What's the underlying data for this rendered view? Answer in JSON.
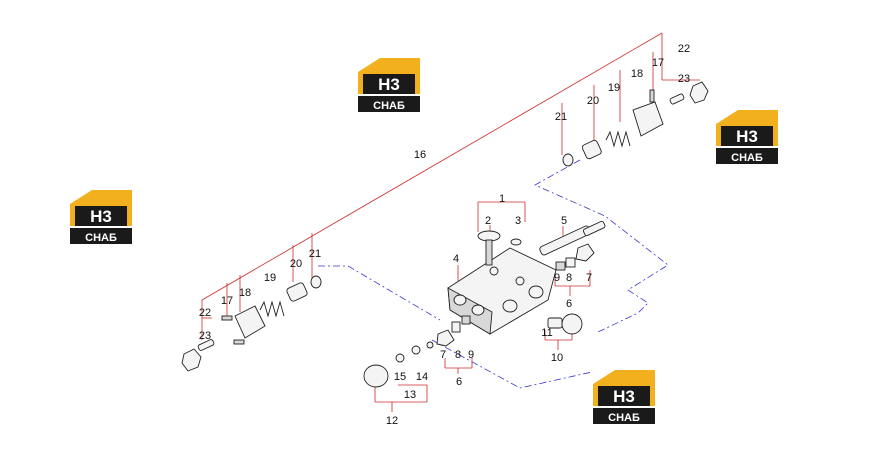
{
  "logos": [
    {
      "id": "logo-top",
      "top_text": "Н3",
      "bottom_text": "СНАБ"
    },
    {
      "id": "logo-right",
      "top_text": "Н3",
      "bottom_text": "СНАБ"
    },
    {
      "id": "logo-left",
      "top_text": "Н3",
      "bottom_text": "СНАБ"
    },
    {
      "id": "logo-bottom",
      "top_text": "Н3",
      "bottom_text": "СНАБ"
    }
  ],
  "callouts": {
    "c1": "1",
    "c2": "2",
    "c3": "3",
    "c4": "4",
    "c5": "5",
    "c6a": "6",
    "c6b": "6",
    "c7a": "7",
    "c7b": "7",
    "c8a": "8",
    "c8b": "8",
    "c9a": "9",
    "c9b": "9",
    "c10": "10",
    "c11": "11",
    "c12": "12",
    "c13": "13",
    "c14": "14",
    "c15": "15",
    "c16": "16",
    "c17a": "17",
    "c17b": "17",
    "c18a": "18",
    "c18b": "18",
    "c19a": "19",
    "c19b": "19",
    "c20a": "20",
    "c20b": "20",
    "c21a": "21",
    "c21b": "21",
    "c22a": "22",
    "c22b": "22",
    "c23a": "23",
    "c23b": "23"
  },
  "colors": {
    "logo_gold": "#f2b01e",
    "logo_dark": "#1a1a1a",
    "leader_red": "#cc2b2b",
    "dash_blue": "#3a3ad0"
  }
}
